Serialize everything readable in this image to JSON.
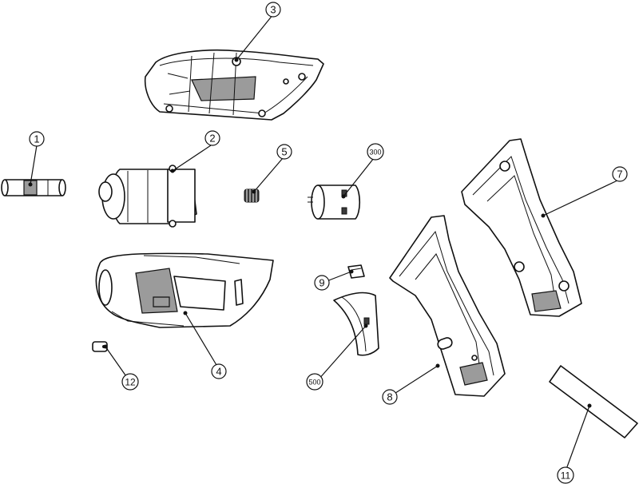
{
  "callouts": {
    "c1": "1",
    "c2": "2",
    "c3": "3",
    "c4": "4",
    "c5": "5",
    "c7": "7",
    "c8": "8",
    "c9": "9",
    "c11": "11",
    "c12": "12",
    "c300": "300",
    "c500": "500"
  }
}
